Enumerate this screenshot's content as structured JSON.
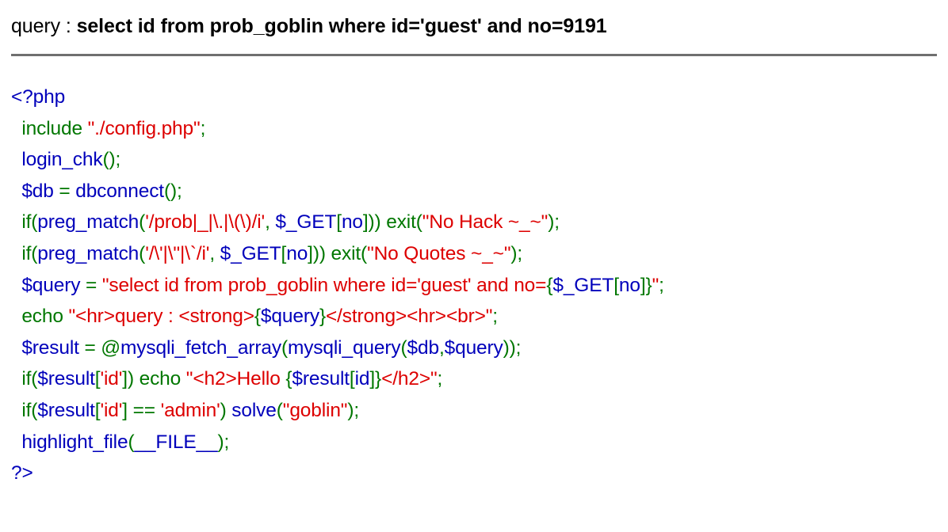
{
  "header": {
    "label": "query : ",
    "query": "select id from prob_goblin where id='guest' and no=9191",
    "rule_color": "#6f6f6f"
  },
  "colors": {
    "php_blue": "#0000BB",
    "php_green": "#007700",
    "php_red": "#DD0000",
    "background": "#FFFFFF",
    "text": "#000000"
  },
  "source": {
    "language": "php",
    "lines": [
      {
        "id": "line-open-tag",
        "plain": "<?php",
        "tokens": [
          {
            "c": "b",
            "t": "<?php"
          }
        ]
      },
      {
        "id": "line-include",
        "plain": "  include \"./config.php\";",
        "tokens": [
          {
            "c": "b",
            "t": "  "
          },
          {
            "c": "g",
            "t": "include "
          },
          {
            "c": "r",
            "t": "\"./config.php\""
          },
          {
            "c": "g",
            "t": ";"
          }
        ]
      },
      {
        "id": "line-login-chk",
        "plain": "  login_chk();",
        "tokens": [
          {
            "c": "b",
            "t": "  login_chk"
          },
          {
            "c": "g",
            "t": "();"
          }
        ]
      },
      {
        "id": "line-db-connect",
        "plain": "  $db = dbconnect();",
        "tokens": [
          {
            "c": "b",
            "t": "  $db "
          },
          {
            "c": "g",
            "t": "= "
          },
          {
            "c": "b",
            "t": "dbconnect"
          },
          {
            "c": "g",
            "t": "();"
          }
        ]
      },
      {
        "id": "line-preg-no-hack",
        "plain": "  if(preg_match('/prob|_|\\.|\\(\\)/i', $_GET[no])) exit(\"No Hack ~_~\");",
        "tokens": [
          {
            "c": "g",
            "t": "  if("
          },
          {
            "c": "b",
            "t": "preg_match"
          },
          {
            "c": "g",
            "t": "("
          },
          {
            "c": "r",
            "t": "'/prob|_|\\.|\\(\\)/i'"
          },
          {
            "c": "g",
            "t": ", "
          },
          {
            "c": "b",
            "t": "$_GET"
          },
          {
            "c": "g",
            "t": "["
          },
          {
            "c": "b",
            "t": "no"
          },
          {
            "c": "g",
            "t": "])) "
          },
          {
            "c": "g",
            "t": "exit("
          },
          {
            "c": "r",
            "t": "\"No Hack ~_~\""
          },
          {
            "c": "g",
            "t": ");"
          }
        ]
      },
      {
        "id": "line-preg-no-quotes",
        "plain": "  if(preg_match('/\\'|\\\"|\\`/i', $_GET[no])) exit(\"No Quotes ~_~\");",
        "tokens": [
          {
            "c": "g",
            "t": "  if("
          },
          {
            "c": "b",
            "t": "preg_match"
          },
          {
            "c": "g",
            "t": "("
          },
          {
            "c": "r",
            "t": "'/\\'|\\\"|\\`/i'"
          },
          {
            "c": "g",
            "t": ", "
          },
          {
            "c": "b",
            "t": "$_GET"
          },
          {
            "c": "g",
            "t": "["
          },
          {
            "c": "b",
            "t": "no"
          },
          {
            "c": "g",
            "t": "])) "
          },
          {
            "c": "g",
            "t": "exit("
          },
          {
            "c": "r",
            "t": "\"No Quotes ~_~\""
          },
          {
            "c": "g",
            "t": ");"
          }
        ]
      },
      {
        "id": "line-query-assign",
        "plain": "  $query = \"select id from prob_goblin where id='guest' and no={$_GET[no]}\";",
        "tokens": [
          {
            "c": "b",
            "t": "  $query "
          },
          {
            "c": "g",
            "t": "= "
          },
          {
            "c": "r",
            "t": "\"select id from prob_goblin where id='guest' and no="
          },
          {
            "c": "g",
            "t": "{"
          },
          {
            "c": "b",
            "t": "$_GET"
          },
          {
            "c": "g",
            "t": "["
          },
          {
            "c": "b",
            "t": "no"
          },
          {
            "c": "g",
            "t": "]}"
          },
          {
            "c": "r",
            "t": "\""
          },
          {
            "c": "g",
            "t": ";"
          }
        ]
      },
      {
        "id": "line-echo-query",
        "plain": "  echo \"<hr>query : <strong>{$query}</strong><hr><br>\";",
        "tokens": [
          {
            "c": "g",
            "t": "  echo "
          },
          {
            "c": "r",
            "t": "\"<hr>query : <strong>"
          },
          {
            "c": "g",
            "t": "{"
          },
          {
            "c": "b",
            "t": "$query"
          },
          {
            "c": "g",
            "t": "}"
          },
          {
            "c": "r",
            "t": "</strong><hr><br>\""
          },
          {
            "c": "g",
            "t": ";"
          }
        ]
      },
      {
        "id": "line-result-fetch",
        "plain": "  $result = @mysqli_fetch_array(mysqli_query($db,$query));",
        "tokens": [
          {
            "c": "b",
            "t": "  $result "
          },
          {
            "c": "g",
            "t": "= @"
          },
          {
            "c": "b",
            "t": "mysqli_fetch_array"
          },
          {
            "c": "g",
            "t": "("
          },
          {
            "c": "b",
            "t": "mysqli_query"
          },
          {
            "c": "g",
            "t": "("
          },
          {
            "c": "b",
            "t": "$db"
          },
          {
            "c": "g",
            "t": ","
          },
          {
            "c": "b",
            "t": "$query"
          },
          {
            "c": "g",
            "t": "));"
          }
        ]
      },
      {
        "id": "line-if-hello",
        "plain": "  if($result['id']) echo \"<h2>Hello {$result[id]}</h2>\";",
        "tokens": [
          {
            "c": "g",
            "t": "  if("
          },
          {
            "c": "b",
            "t": "$result"
          },
          {
            "c": "g",
            "t": "["
          },
          {
            "c": "r",
            "t": "'id'"
          },
          {
            "c": "g",
            "t": "]) echo "
          },
          {
            "c": "r",
            "t": "\"<h2>Hello "
          },
          {
            "c": "g",
            "t": "{"
          },
          {
            "c": "b",
            "t": "$result"
          },
          {
            "c": "g",
            "t": "["
          },
          {
            "c": "b",
            "t": "id"
          },
          {
            "c": "g",
            "t": "]}"
          },
          {
            "c": "r",
            "t": "</h2>\""
          },
          {
            "c": "g",
            "t": ";"
          }
        ]
      },
      {
        "id": "line-if-admin-solve",
        "plain": "  if($result['id'] == 'admin') solve(\"goblin\");",
        "tokens": [
          {
            "c": "g",
            "t": "  if("
          },
          {
            "c": "b",
            "t": "$result"
          },
          {
            "c": "g",
            "t": "["
          },
          {
            "c": "r",
            "t": "'id'"
          },
          {
            "c": "g",
            "t": "] == "
          },
          {
            "c": "r",
            "t": "'admin'"
          },
          {
            "c": "g",
            "t": ") "
          },
          {
            "c": "b",
            "t": "solve"
          },
          {
            "c": "g",
            "t": "("
          },
          {
            "c": "r",
            "t": "\"goblin\""
          },
          {
            "c": "g",
            "t": ");"
          }
        ]
      },
      {
        "id": "line-highlight-file",
        "plain": "  highlight_file(__FILE__);",
        "tokens": [
          {
            "c": "b",
            "t": "  highlight_file"
          },
          {
            "c": "g",
            "t": "("
          },
          {
            "c": "b",
            "t": "__FILE__"
          },
          {
            "c": "g",
            "t": ");"
          }
        ]
      },
      {
        "id": "line-close-tag",
        "plain": "?>",
        "tokens": [
          {
            "c": "b",
            "t": "?>"
          }
        ]
      }
    ]
  }
}
